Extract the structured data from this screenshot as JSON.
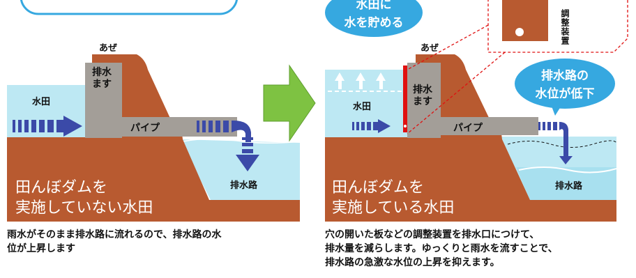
{
  "left_panel": {
    "title_line1": "田んぼダムを",
    "title_line2": "実施していない水田",
    "label_aze": "あぜ",
    "label_haisuimasu_1": "排水",
    "label_haisuimasu_2": "ます",
    "label_suiden": "水田",
    "label_pipe": "パイプ",
    "label_haisuiro": "排水路"
  },
  "right_panel": {
    "title_line1": "田んぼダムを",
    "title_line2": "実施している水田",
    "label_aze": "あぜ",
    "label_haisuimasu_1": "排水",
    "label_haisuimasu_2": "ます",
    "label_suiden": "水田",
    "label_pipe": "パイプ",
    "label_haisuiro": "排水路",
    "bubble_store_1": "水田に",
    "bubble_store_2": "水を貯める",
    "bubble_level_1": "排水路の",
    "bubble_level_2": "水位が低下",
    "device_label": "調整装置"
  },
  "captions": {
    "left_line1": "雨水がそのまま排水路に流れるので、排水路の水",
    "left_line2": "位が上昇します",
    "right_line1": "穴の開いた板などの調整装置を排水口につけて、",
    "right_line2": "排水量を減らします。ゆっくりと雨水を流すことで、",
    "right_line3": "排水路の急激な水位の上昇を抑えます。"
  },
  "colors": {
    "soil": "#b85a30",
    "soil_dark": "#a34e27",
    "water": "#bde8f3",
    "water_deep": "#8fd6ec",
    "structure_gray": "#a39e98",
    "flow_arrow": "#3b4aa8",
    "bubble_blue": "#36a8e0",
    "arrow_green": "#7ec242",
    "gate_red": "#e01010"
  }
}
